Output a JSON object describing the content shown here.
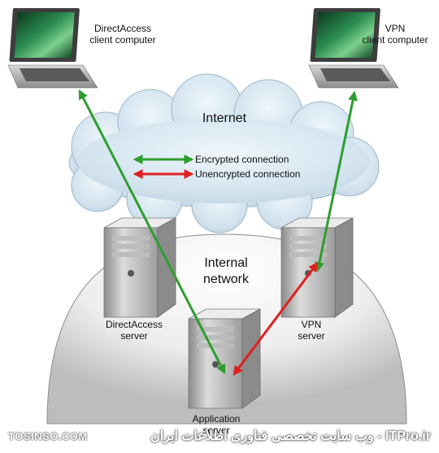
{
  "laptops": {
    "directaccess": {
      "line1": "DirectAccess",
      "line2": "client computer"
    },
    "vpn": {
      "line1": "VPN",
      "line2": "client computer"
    }
  },
  "cloud": {
    "label": "Internet"
  },
  "dome": {
    "line1": "Internal",
    "line2": "network"
  },
  "legend": {
    "encrypted": {
      "label": "Encrypted connection",
      "color": "#2e9e2e"
    },
    "unencrypted": {
      "label": "Unencrypted connection",
      "color": "#e02020"
    }
  },
  "servers": {
    "directaccess": {
      "line1": "DirectAccess",
      "line2": "server"
    },
    "vpn": {
      "line1": "VPN",
      "line2": "server"
    },
    "application": {
      "line1": "Application",
      "line2": "server"
    }
  },
  "watermark": {
    "left": "TOSINSO.COM",
    "right": "ITPro.ir - وب سایت تخصصی فناوری اطلاعات ایران"
  }
}
